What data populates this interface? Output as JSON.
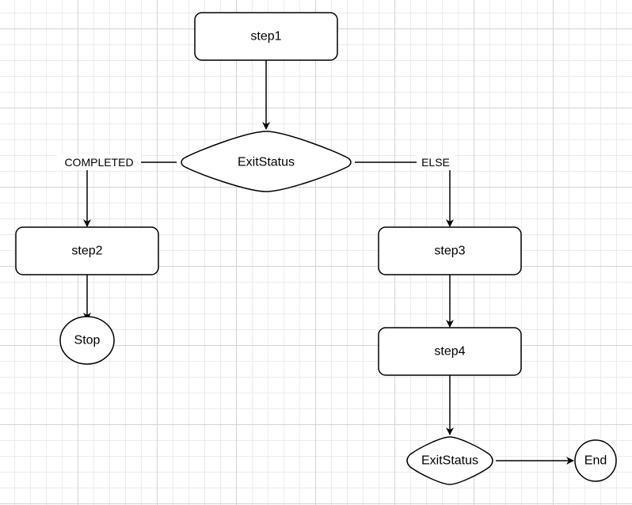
{
  "nodes": {
    "step1": {
      "label": "step1",
      "shape": "rounded-rect"
    },
    "exit_status_1": {
      "label": "ExitStatus",
      "shape": "diamond"
    },
    "step2": {
      "label": "step2",
      "shape": "rounded-rect"
    },
    "stop": {
      "label": "Stop",
      "shape": "ellipse"
    },
    "step3": {
      "label": "step3",
      "shape": "rounded-rect"
    },
    "step4": {
      "label": "step4",
      "shape": "rounded-rect"
    },
    "exit_status_2": {
      "label": "ExitStatus",
      "shape": "diamond"
    },
    "end": {
      "label": "End",
      "shape": "ellipse"
    }
  },
  "edges": [
    {
      "from": "step1",
      "to": "exit_status_1",
      "label": ""
    },
    {
      "from": "exit_status_1",
      "to": "step2",
      "label": "COMPLETED"
    },
    {
      "from": "exit_status_1",
      "to": "step3",
      "label": "ELSE"
    },
    {
      "from": "step2",
      "to": "stop",
      "label": ""
    },
    {
      "from": "step3",
      "to": "step4",
      "label": ""
    },
    {
      "from": "step4",
      "to": "exit_status_2",
      "label": ""
    },
    {
      "from": "exit_status_2",
      "to": "end",
      "label": ""
    }
  ],
  "colors": {
    "stroke": "#000000",
    "fill": "#ffffff",
    "grid_major": "#d4d4d4",
    "grid_minor": "#ebebeb"
  }
}
